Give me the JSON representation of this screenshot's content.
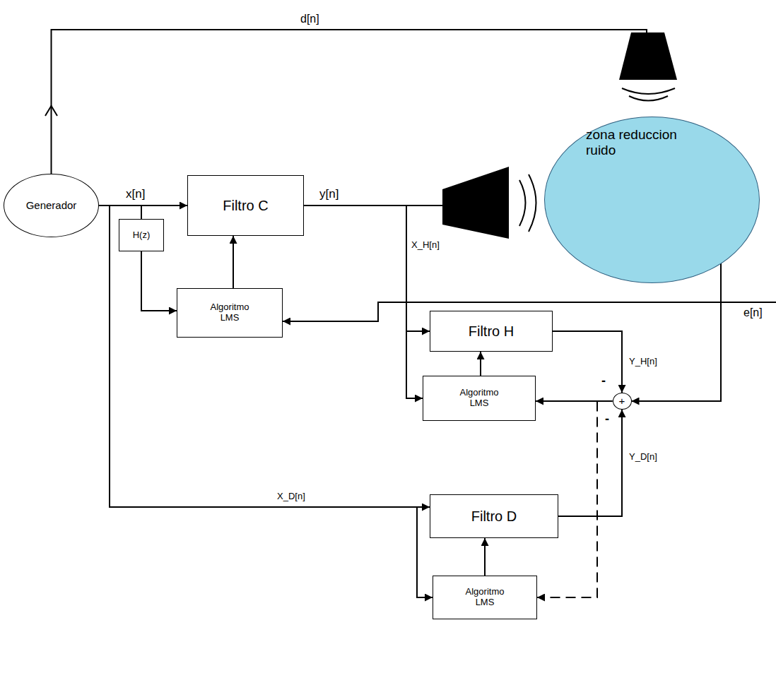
{
  "diagram": {
    "nodes": [
      {
        "text": [
          "Generador"
        ]
      },
      {
        "text": [
          "zona reduccion ruido"
        ]
      },
      {
        "text": [
          "Filtro C"
        ]
      },
      {
        "text": [
          "H(z)"
        ]
      },
      {
        "text": [
          "Algoritmo LMS"
        ]
      },
      {
        "text": [
          "Filtro H"
        ]
      },
      {
        "text": [
          "Algoritmo LMS"
        ]
      },
      {
        "text": [
          "Filtro D"
        ]
      },
      {
        "text": [
          "Algoritmo LMS"
        ]
      },
      {
        "text": [
          "+"
        ]
      }
    ],
    "edges": [
      {
        "from": 0,
        "to": 2,
        "arrow": "to"
      },
      {
        "from": 0,
        "to": 3,
        "arrow": "none"
      },
      {
        "from": 3,
        "to": 4,
        "arrow": "to"
      },
      {
        "from": 4,
        "to": 2,
        "arrow": "to"
      },
      {
        "from": 2,
        "to": 5,
        "arrow": "to"
      },
      {
        "from": 2,
        "to": 6,
        "arrow": "to"
      },
      {
        "from": 6,
        "to": 5,
        "arrow": "to"
      },
      {
        "from": 0,
        "to": 7,
        "arrow": "to"
      },
      {
        "from": 0,
        "to": 8,
        "arrow": "to"
      },
      {
        "from": 8,
        "to": 7,
        "arrow": "to"
      },
      {
        "from": 1,
        "to": 9,
        "arrow": "to"
      },
      {
        "from": 1,
        "to": 4,
        "arrow": "to"
      },
      {
        "from": 5,
        "to": 9,
        "arrow": "to"
      },
      {
        "from": 7,
        "to": 9,
        "arrow": "to"
      },
      {
        "from": 9,
        "to": 6,
        "arrow": "to"
      },
      {
        "from": 9,
        "to": 8,
        "arrow": "to"
      }
    ],
    "labels": [
      "d[n]",
      "x[n]",
      "y[n]",
      "X_H[n]",
      "e[n]",
      "Y_H[n]",
      "-",
      "-",
      "Y_D[n]",
      "X_D[n]"
    ]
  }
}
